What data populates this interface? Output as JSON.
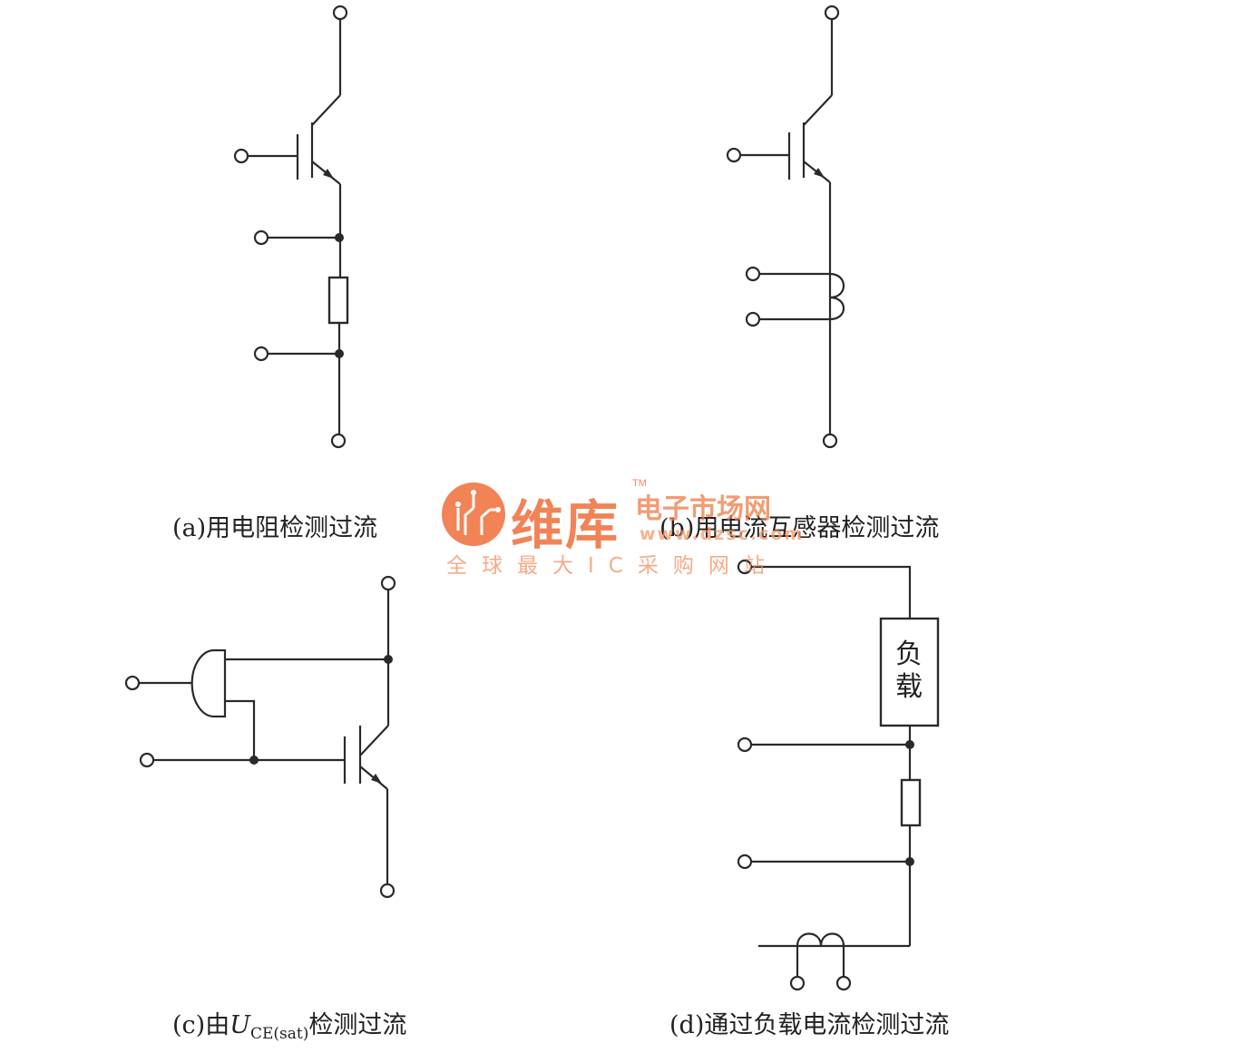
{
  "captions": {
    "a": "(a)用电阻检测过流",
    "b": "(b)用电流互感器检测过流",
    "c_prefix": "(c)由",
    "c_symbol": "U",
    "c_subscript": "CE(sat)",
    "c_suffix": "检测过流",
    "d": "(d)通过负载电流检测过流"
  },
  "load_label": {
    "line1": "负",
    "line2": "载"
  },
  "watermark": {
    "brand": "维库",
    "brand_secondary": "电子市场网",
    "trademark": "TM",
    "url": "www.dzsc.com",
    "slogan": "全球最大IC采购网站",
    "color": "#ef6e3a"
  }
}
